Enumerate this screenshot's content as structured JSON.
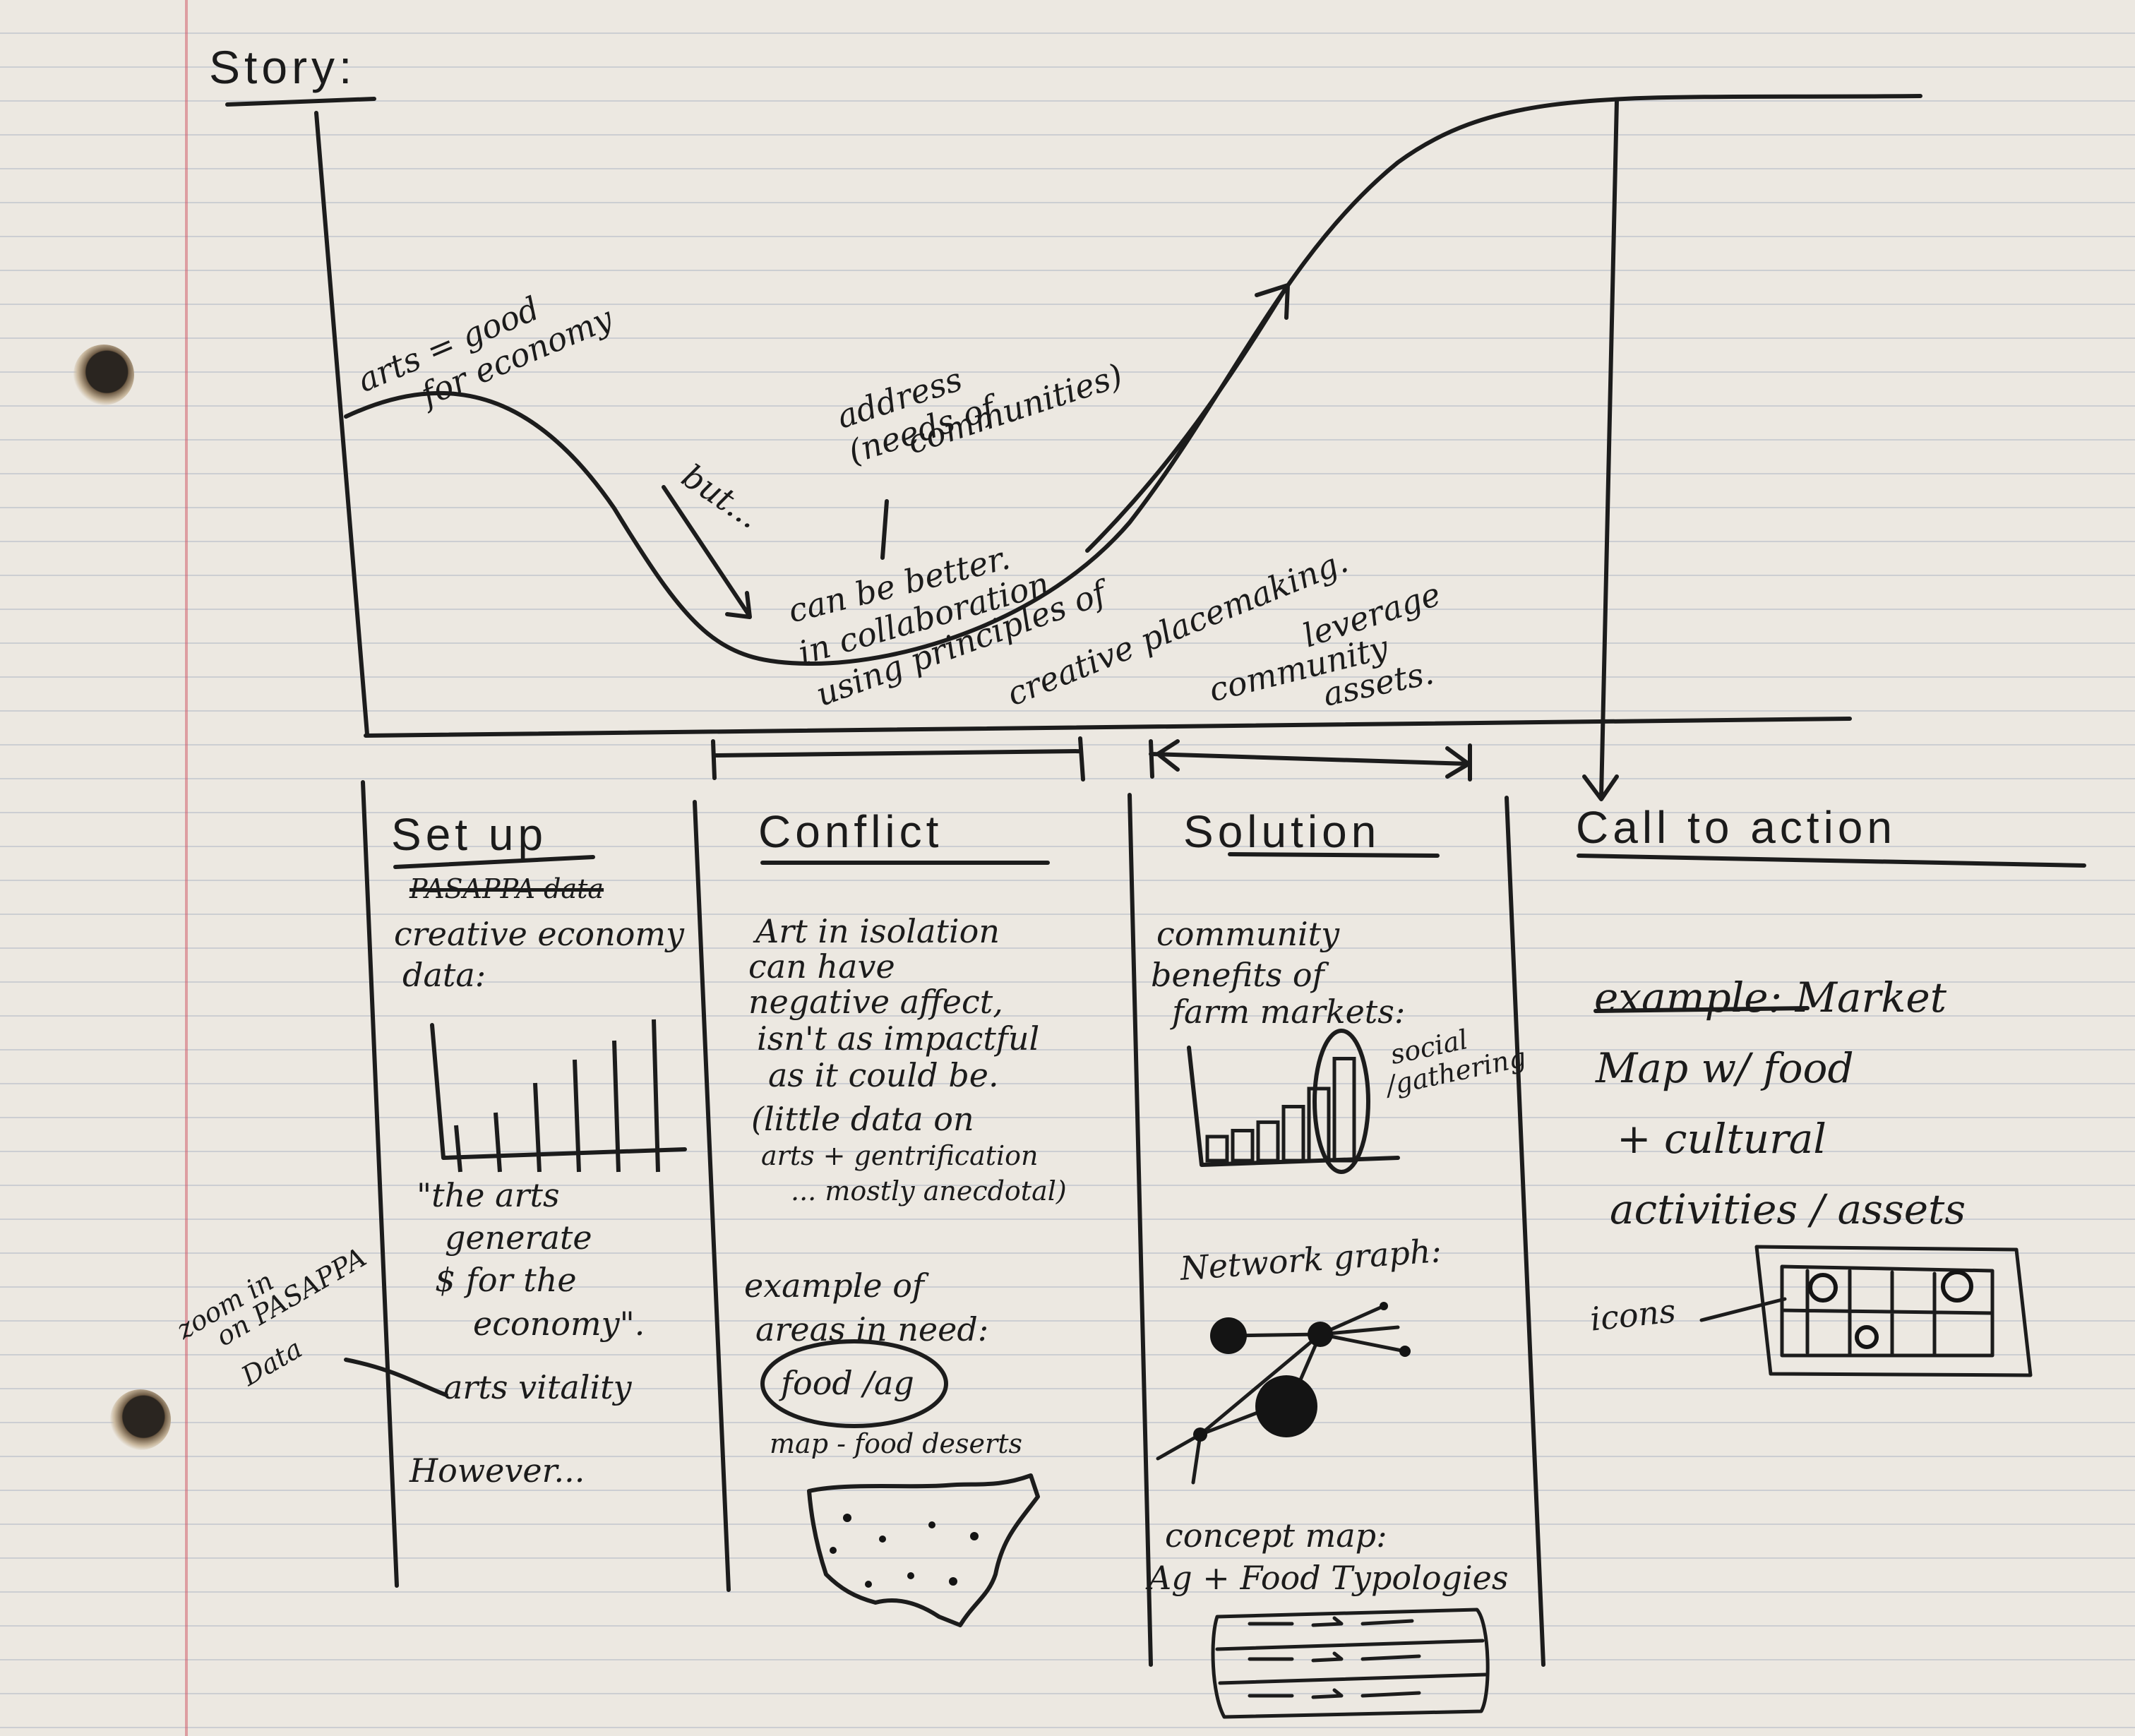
{
  "title": "Story:",
  "curve_notes": {
    "arts_good": [
      "arts = good",
      "for economy"
    ],
    "but": "but...",
    "address": [
      "address",
      "(needs of",
      "communities)"
    ],
    "can_be_better": "can be better.",
    "in_collaboration": "in collaboration",
    "using": [
      "using principles of",
      "creative placemaking."
    ],
    "leverage": [
      "leverage",
      "community",
      "assets."
    ]
  },
  "columns": [
    {
      "heading": "Set up",
      "crossed_out": "PASAPPA data",
      "lines": [
        "creative economy",
        "data:"
      ],
      "after_chart": [
        "\"the arts",
        "generate",
        "$ for the",
        "economy\"."
      ],
      "arts_vitality": "arts vitality",
      "closing": "However..."
    },
    {
      "heading": "Conflict",
      "lines": [
        "Art in isolation",
        "can have",
        "negative affect,",
        "isn't as impactful",
        "as it could be.",
        "(little data on",
        "arts + gentrification",
        "... mostly anecdotal)"
      ],
      "example": [
        "example of",
        "areas in need:"
      ],
      "food_ag": "food /ag",
      "map_label": "map - food deserts"
    },
    {
      "heading": "Solution",
      "lines": [
        "community",
        "benefits of",
        "farm markets:"
      ],
      "chart_note": [
        "social",
        "/gathering"
      ],
      "network_label": "Network graph:",
      "concept_map": [
        "concept map:",
        "Ag + Food Typologies"
      ]
    },
    {
      "heading": "Call to action",
      "lines": [
        "example: Market",
        "Map w/ food",
        "+ cultural",
        "activities / assets"
      ],
      "icons_label": "icons"
    }
  ],
  "side_note": [
    "zoom in",
    "on PASAPPA",
    "Data"
  ],
  "setup_bars": [
    0.22,
    0.28,
    0.42,
    0.53,
    0.62,
    0.72
  ],
  "solution_bars": [
    0.2,
    0.25,
    0.32,
    0.45,
    0.6,
    0.85
  ],
  "icon_names": [
    "growth-curve",
    "arrow-icon",
    "network-graph-icon",
    "us-map-icon",
    "market-map-icon"
  ]
}
